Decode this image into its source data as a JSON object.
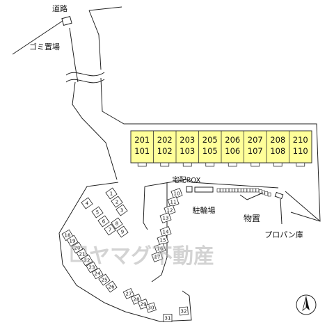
{
  "labels": {
    "road": "道路",
    "garbage": "ゴミ置場",
    "delivery_box": "宅配BOX",
    "bicycle": "駐輪場",
    "storage": "物置",
    "propane": "プロパン庫"
  },
  "building_units": [
    {
      "upper": "201",
      "lower": "101"
    },
    {
      "upper": "202",
      "lower": "102"
    },
    {
      "upper": "203",
      "lower": "103"
    },
    {
      "upper": "205",
      "lower": "105"
    },
    {
      "upper": "206",
      "lower": "106"
    },
    {
      "upper": "207",
      "lower": "107"
    },
    {
      "upper": "208",
      "lower": "108"
    },
    {
      "upper": "210",
      "lower": "110"
    }
  ],
  "parking": {
    "left_block": [
      "1",
      "2",
      "3",
      "4",
      "5",
      "6",
      "7",
      "8",
      "9"
    ],
    "middle_block": [
      "10",
      "11",
      "12",
      "13",
      "14",
      "15",
      "16",
      "17"
    ],
    "lower_row": [
      "18",
      "19",
      "20",
      "21",
      "22",
      "23",
      "24",
      "25",
      "26",
      "27",
      "28",
      "29",
      "30",
      "31",
      "32"
    ]
  },
  "watermark": "ヤマグ不動産",
  "compass_icon": "north-arrow-icon",
  "colors": {
    "building_fill": "#ffff99",
    "line": "#222222",
    "watermark": "#b0b0b0"
  }
}
